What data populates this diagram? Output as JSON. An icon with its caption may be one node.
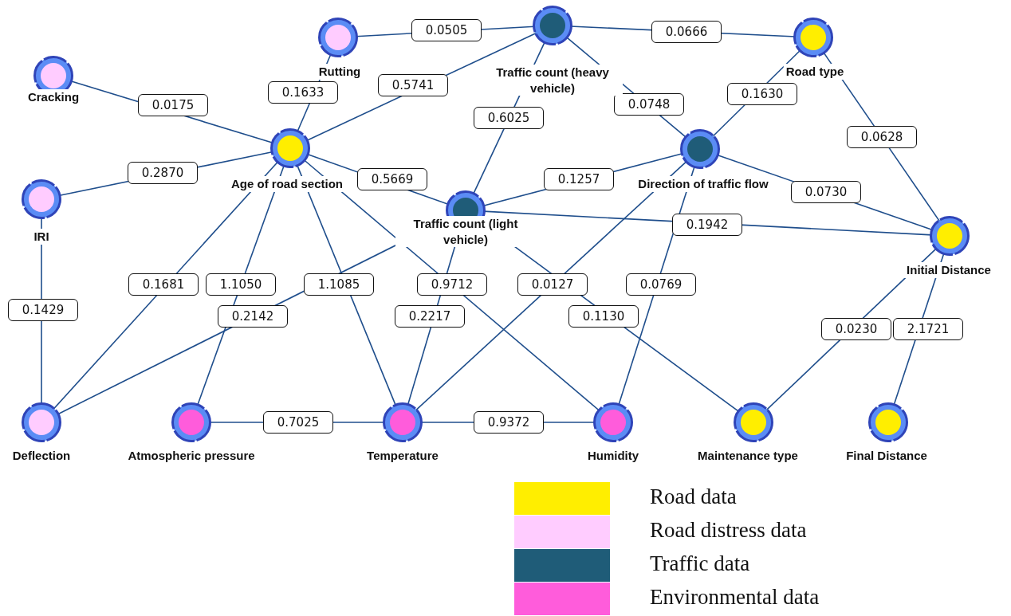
{
  "diagram": {
    "nodes": [
      {
        "text": [
          "Cracking"
        ]
      },
      {
        "text": [
          "Rutting"
        ]
      },
      {
        "text": [
          "Traffic count (heavy vehicle)"
        ]
      },
      {
        "text": [
          "Road type"
        ]
      },
      {
        "text": [
          "Age of road section"
        ]
      },
      {
        "text": [
          "IRI"
        ]
      },
      {
        "text": [
          "Direction of traffic flow"
        ]
      },
      {
        "text": [
          "Traffic count (light vehicle)"
        ]
      },
      {
        "text": [
          "Initial Distance"
        ]
      },
      {
        "text": [
          "Deflection"
        ]
      },
      {
        "text": [
          "Atmospheric pressure"
        ]
      },
      {
        "text": [
          "Temperature"
        ]
      },
      {
        "text": [
          "Humidity"
        ]
      },
      {
        "text": [
          "Maintenance type"
        ]
      },
      {
        "text": [
          "Final  Distance"
        ]
      }
    ],
    "edges": [
      {
        "from": 0,
        "to": 4,
        "arrow": "none",
        "label": "0.0175"
      },
      {
        "from": 1,
        "to": 2,
        "arrow": "none",
        "label": "0.0505"
      },
      {
        "from": 2,
        "to": 3,
        "arrow": "none",
        "label": "0.0666"
      },
      {
        "from": 1,
        "to": 4,
        "arrow": "none",
        "label": "0.1633"
      },
      {
        "from": 4,
        "to": 2,
        "arrow": "none",
        "label": "0.5741"
      },
      {
        "from": 2,
        "to": 7,
        "arrow": "none",
        "label": "0.6025"
      },
      {
        "from": 2,
        "to": 6,
        "arrow": "none",
        "label": "0.0748"
      },
      {
        "from": 3,
        "to": 6,
        "arrow": "none",
        "label": "0.1630"
      },
      {
        "from": 3,
        "to": 8,
        "arrow": "none",
        "label": "0.0628"
      },
      {
        "from": 5,
        "to": 4,
        "arrow": "none",
        "label": "0.2870"
      },
      {
        "from": 4,
        "to": 7,
        "arrow": "none",
        "label": "0.5669"
      },
      {
        "from": 7,
        "to": 6,
        "arrow": "none",
        "label": "0.1257"
      },
      {
        "from": 6,
        "to": 8,
        "arrow": "none",
        "label": "0.0730"
      },
      {
        "from": 7,
        "to": 8,
        "arrow": "none",
        "label": "0.1942"
      },
      {
        "from": 5,
        "to": 9,
        "arrow": "none",
        "label": "0.1429"
      },
      {
        "from": 4,
        "to": 9,
        "arrow": "none",
        "label": "0.1681"
      },
      {
        "from": 4,
        "to": 10,
        "arrow": "none",
        "label": "1.1050"
      },
      {
        "from": 4,
        "to": 11,
        "arrow": "none",
        "label": "1.1085"
      },
      {
        "from": 7,
        "to": 9,
        "arrow": "none",
        "label": "0.2142"
      },
      {
        "from": 4,
        "to": 12,
        "arrow": "none",
        "label": "0.9712"
      },
      {
        "from": 7,
        "to": 11,
        "arrow": "none",
        "label": "0.2217"
      },
      {
        "from": 6,
        "to": 11,
        "arrow": "none",
        "label": "0.0127"
      },
      {
        "from": 7,
        "to": 13,
        "arrow": "none",
        "label": "0.1130"
      },
      {
        "from": 6,
        "to": 12,
        "arrow": "none",
        "label": "0.0769"
      },
      {
        "from": 10,
        "to": 11,
        "arrow": "none",
        "label": "0.7025"
      },
      {
        "from": 11,
        "to": 12,
        "arrow": "none",
        "label": "0.9372"
      },
      {
        "from": 8,
        "to": 13,
        "arrow": "none",
        "label": "0.0230"
      },
      {
        "from": 8,
        "to": 14,
        "arrow": "none",
        "label": "2.1721"
      }
    ],
    "legend": [
      {
        "text": "Road data",
        "color": "#ffee00"
      },
      {
        "text": "Road distress data",
        "color": "#ffccff"
      },
      {
        "text": "Traffic data",
        "color": "#1f5c78"
      },
      {
        "text": "Environmental data",
        "color": "#ff5cdb"
      }
    ]
  }
}
